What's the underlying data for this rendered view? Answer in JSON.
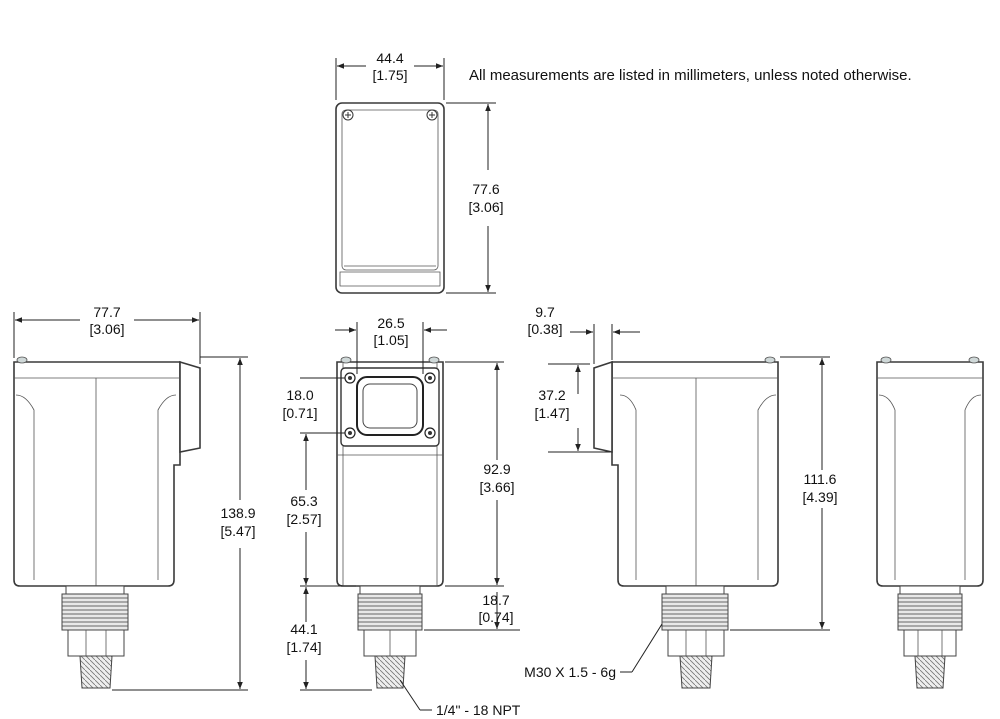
{
  "note": "All measurements are listed in millimeters, unless noted otherwise.",
  "dimensions": {
    "top_width": {
      "mm": "44.4",
      "in": "[1.75]"
    },
    "top_height": {
      "mm": "77.6",
      "in": "[3.06]"
    },
    "side_width": {
      "mm": "77.7",
      "in": "[3.06]"
    },
    "side_height": {
      "mm": "138.9",
      "in": "[5.47]"
    },
    "window_width": {
      "mm": "26.5",
      "in": "[1.05]"
    },
    "window_height": {
      "mm": "18.0",
      "in": "[0.71]"
    },
    "front_lower": {
      "mm": "65.3",
      "in": "[2.57]"
    },
    "front_upper": {
      "mm": "92.9",
      "in": "[3.66]"
    },
    "fitting_height": {
      "mm": "44.1",
      "in": "[1.74]"
    },
    "thread_length": {
      "mm": "18.7",
      "in": "[0.74]"
    },
    "cover_depth": {
      "mm": "9.7",
      "in": "[0.38]"
    },
    "cover_height": {
      "mm": "37.2",
      "in": "[1.47]"
    },
    "rear_height": {
      "mm": "111.6",
      "in": "[4.39]"
    }
  },
  "callouts": {
    "npt": "1/4\" - 18 NPT",
    "thread": "M30 X 1.5 - 6g"
  }
}
